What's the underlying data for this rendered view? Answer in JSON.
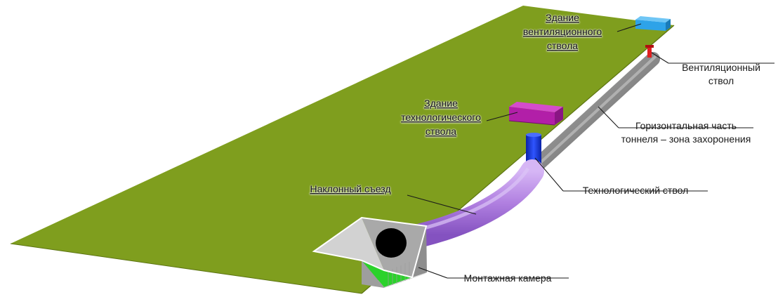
{
  "labels": {
    "vent_building": [
      "Здание",
      "вентиляционного",
      "ствола"
    ],
    "vent_shaft": [
      "Вентиляционный",
      "ствол"
    ],
    "tech_building": [
      "Здание",
      "технологического",
      "ствола"
    ],
    "horizontal": [
      "Горизонтальная часть",
      "тоннеля – зона захоронения"
    ],
    "tech_shaft": "Технологический ствол",
    "ramp": "Наклонный съезд",
    "chamber": "Монтажная камера"
  },
  "colors": {
    "ground": "#7f9e1e",
    "ground_edge": "#5c7412",
    "ramp_tunnel": "#b07fe0",
    "horizontal_tunnel": "#8a8a8a",
    "tech_shaft": "#1f3fd6",
    "vent_shaft": "#e02020",
    "tech_building": "#b21fa8",
    "vent_building": "#2ea3e8",
    "chamber": "#c8c8c8",
    "chamber_hole": "#000000",
    "chamber_floor": "#22cc22"
  }
}
